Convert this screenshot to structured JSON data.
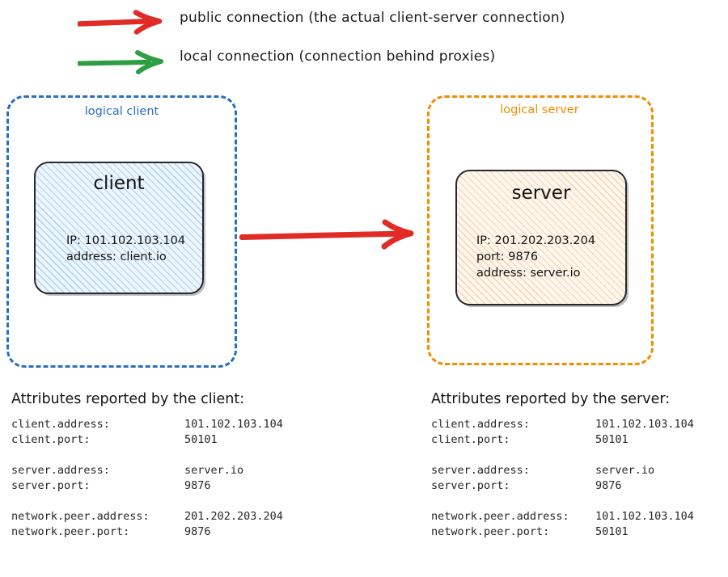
{
  "colors": {
    "public_arrow": "#e02b26",
    "local_arrow": "#2e9e42",
    "logical_client_border": "#2a6fc0",
    "logical_server_border": "#f28c00",
    "client_fill": "#eef6fd",
    "server_fill": "#fdf7ef",
    "node_border": "#26282b",
    "text": "#141414"
  },
  "legend": {
    "items": [
      {
        "icon": "red-right-arrow-icon",
        "color": "#e02b26",
        "label": "public connection (the actual client-server connection)"
      },
      {
        "icon": "green-right-arrow-icon",
        "color": "#2e9e42",
        "label": "local connection (connection behind proxies)"
      }
    ]
  },
  "diagram": {
    "logical_client": {
      "caption": "logical client",
      "node": {
        "title": "client",
        "details": [
          "IP: 101.102.103.104",
          "address: client.io"
        ]
      }
    },
    "logical_server": {
      "caption": "logical server",
      "node": {
        "title": "server",
        "details": [
          "IP: 201.202.203.204",
          "port: 9876",
          "address: server.io"
        ]
      }
    },
    "connection_arrow": {
      "icon": "red-right-arrow-icon",
      "kind": "public connection",
      "from": "client",
      "to": "server"
    }
  },
  "client_attributes": {
    "heading": "Attributes reported by the client:",
    "groups": [
      [
        {
          "key": "client.address:",
          "value": "101.102.103.104"
        },
        {
          "key": "client.port:",
          "value": "50101"
        }
      ],
      [
        {
          "key": "server.address:",
          "value": "server.io"
        },
        {
          "key": "server.port:",
          "value": "9876"
        }
      ],
      [
        {
          "key": "network.peer.address:",
          "value": "201.202.203.204"
        },
        {
          "key": "network.peer.port:",
          "value": "9876"
        }
      ]
    ]
  },
  "server_attributes": {
    "heading": "Attributes reported by the server:",
    "groups": [
      [
        {
          "key": "client.address:",
          "value": "101.102.103.104"
        },
        {
          "key": "client.port:",
          "value": "50101"
        }
      ],
      [
        {
          "key": "server.address:",
          "value": "server.io"
        },
        {
          "key": "server.port:",
          "value": "9876"
        }
      ],
      [
        {
          "key": "network.peer.address:",
          "value": "101.102.103.104"
        },
        {
          "key": "network.peer.port:",
          "value": "50101"
        }
      ]
    ]
  }
}
